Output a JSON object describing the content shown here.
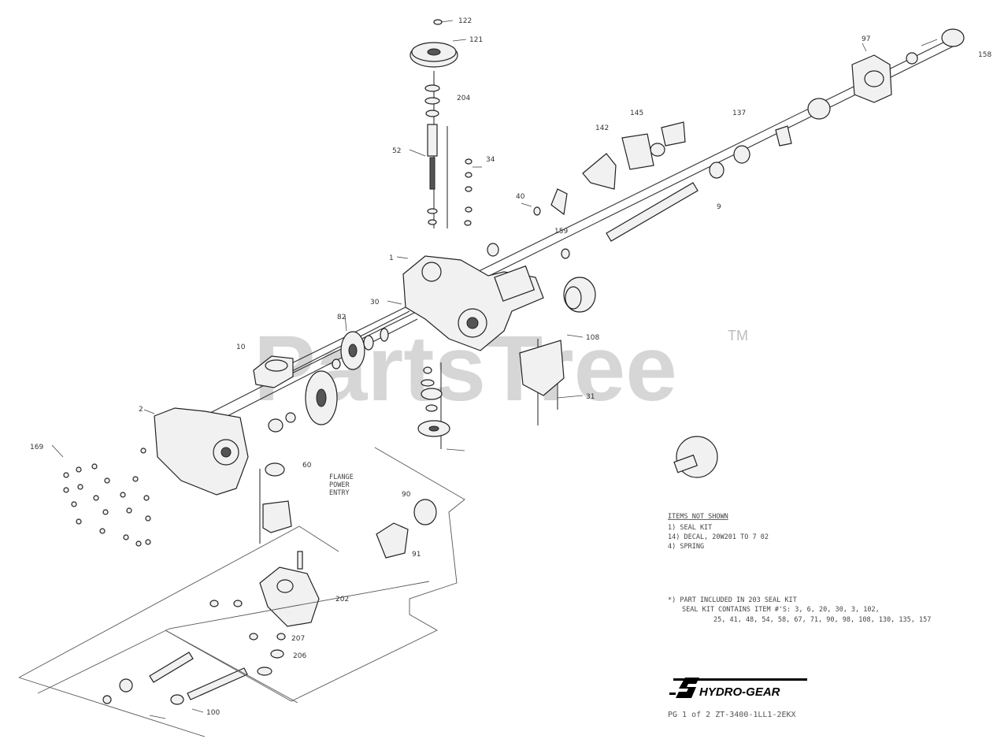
{
  "watermark": {
    "text": "PartsTree",
    "tm": "TM"
  },
  "callouts": {
    "c122": "122",
    "c121": "121",
    "c204": "204",
    "c52": "52",
    "c34": "34",
    "c40": "40",
    "c1": "1",
    "c30": "30",
    "c82": "82",
    "c2": "2",
    "c169": "169",
    "c60": "60",
    "c90": "90",
    "c91": "91",
    "c202": "202",
    "c207": "207",
    "c206": "206",
    "c100": "100",
    "c97": "97",
    "c158": "158",
    "c159": "159",
    "c10": "10",
    "c108": "108",
    "c31": "31",
    "c142": "142",
    "c145": "145",
    "c137": "137",
    "c9": "9"
  },
  "flange_note": [
    "FLANGE",
    "POWER",
    "ENTRY"
  ],
  "notes": {
    "heading": "ITEMS NOT SHOWN",
    "lines": [
      "1) SEAL KIT",
      "14) DECAL, 20W201 TO 7 02",
      "4) SPRING"
    ],
    "seal_note_lines": [
      "*) PART INCLUDED IN 203 SEAL KIT",
      "SEAL KIT CONTAINS ITEM #'S: 3, 6, 20, 30, 3, 102,",
      "25, 41, 48, 54, 58, 67, 71, 90, 98, 108, 130, 135, 157"
    ]
  },
  "logo": {
    "text": "HYDRO-GEAR"
  },
  "footer": {
    "text": "PG 1 of 2    ZT-3400-1LL1-2EKX"
  }
}
